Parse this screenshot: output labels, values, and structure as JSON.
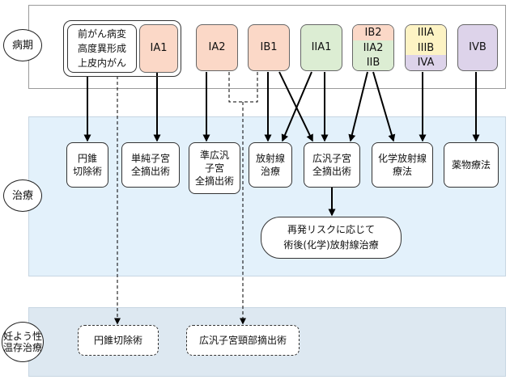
{
  "rows": {
    "stage": "病期",
    "treatment": "治療",
    "fertility": "妊よう性\n温存治療"
  },
  "stages": {
    "precancer": "前がん病変\n高度異形成\n上皮内がん",
    "ia1": "IA1",
    "ia2": "IA2",
    "ib1": "IB1",
    "iia1": "IIA1",
    "ib2_group": [
      "IB2",
      "IIA2",
      "IIB"
    ],
    "iii_group": [
      "IIIA",
      "IIIB",
      "IVA"
    ],
    "ivb": "IVB"
  },
  "treatments": {
    "cone": "円錐\n切除術",
    "simple_hyst": "単純子宮\n全摘出術",
    "modified_radical": "準広汎\n子宮\n全摘出術",
    "radiation": "放射線\n治療",
    "radical_hyst": "広汎子宮\n全摘出術",
    "chemoradiation": "化学放射線\n療法",
    "drug": "薬物療法",
    "adjuvant": "再発リスクに応じて\n術後(化学)放射線治療"
  },
  "fertility": {
    "cone": "円錐切除術",
    "trachelectomy": "広汎子宮頸部摘出術"
  },
  "colors": {
    "pink": "#fbd8c7",
    "green": "#dcedd3",
    "yellow": "#fdf3c4",
    "purple": "#ddd3ea",
    "treatment_band": "#e3f1fb",
    "fertility_band": "#dde8f1"
  }
}
